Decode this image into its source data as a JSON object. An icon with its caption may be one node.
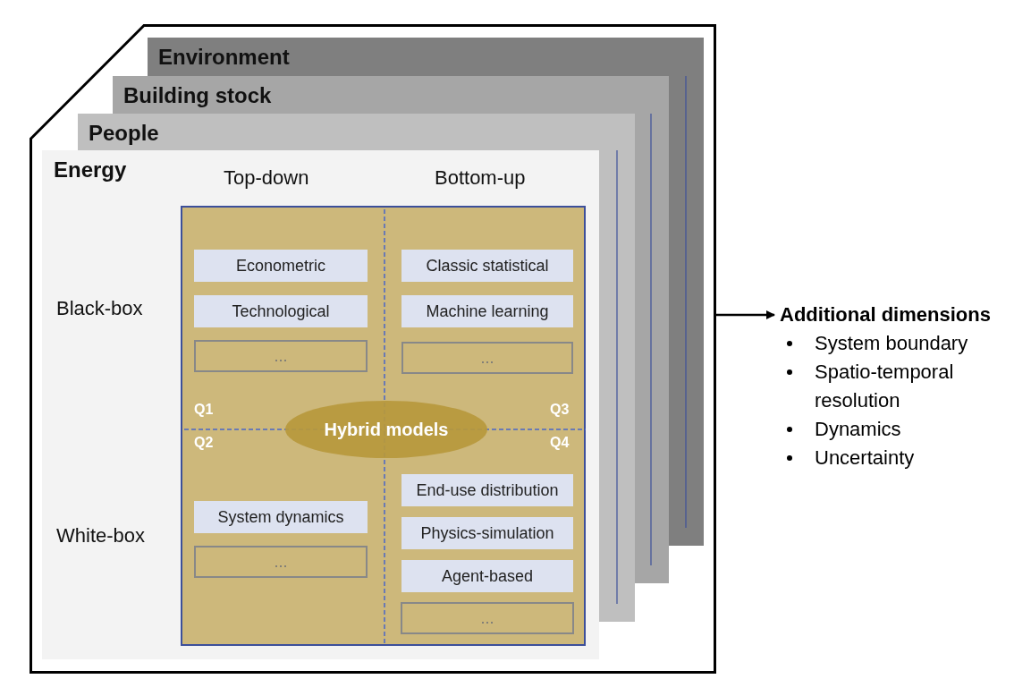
{
  "diagram": {
    "nodes": [
      {
        "text": [],
        "shape": "box"
      },
      {
        "text": [
          "Environment"
        ],
        "in": 0
      },
      {
        "text": [
          "Building stock"
        ],
        "in": 0
      },
      {
        "text": [
          "People"
        ],
        "in": 0
      },
      {
        "text": [
          "Energy"
        ],
        "in": 0
      },
      {
        "text": [],
        "shape": "box",
        "in": 4
      },
      {
        "text": [
          "Econometric"
        ],
        "in": 5
      },
      {
        "text": [
          "Technological"
        ],
        "in": 5
      },
      {
        "text": [
          "..."
        ],
        "in": 5
      },
      {
        "text": [
          "Classic statistical"
        ],
        "in": 5
      },
      {
        "text": [
          "Machine learning"
        ],
        "in": 5
      },
      {
        "text": [
          "..."
        ],
        "in": 5
      },
      {
        "text": [
          "Hybrid models"
        ],
        "in": 5
      },
      {
        "text": [
          "System dynamics"
        ],
        "in": 5
      },
      {
        "text": [
          "..."
        ],
        "in": 5
      },
      {
        "text": [
          "End-use distribution"
        ],
        "in": 5
      },
      {
        "text": [
          "Physics-simulation"
        ],
        "in": 5
      },
      {
        "text": [
          "Agent-based"
        ],
        "in": 5
      },
      {
        "text": [
          "..."
        ],
        "in": 5
      },
      {
        "text": [
          "Additional dimensions",
          "System boundary",
          "Spatio-temporal resolution",
          "Dynamics",
          "Uncertainty"
        ]
      }
    ],
    "edges": [
      {
        "from": 0,
        "to": 19,
        "arrow": "to"
      }
    ],
    "labels": [
      "Top-down",
      "Bottom-up",
      "Black-box",
      "Q1",
      "Q3",
      "Q2",
      "Q4",
      "White-box"
    ]
  }
}
